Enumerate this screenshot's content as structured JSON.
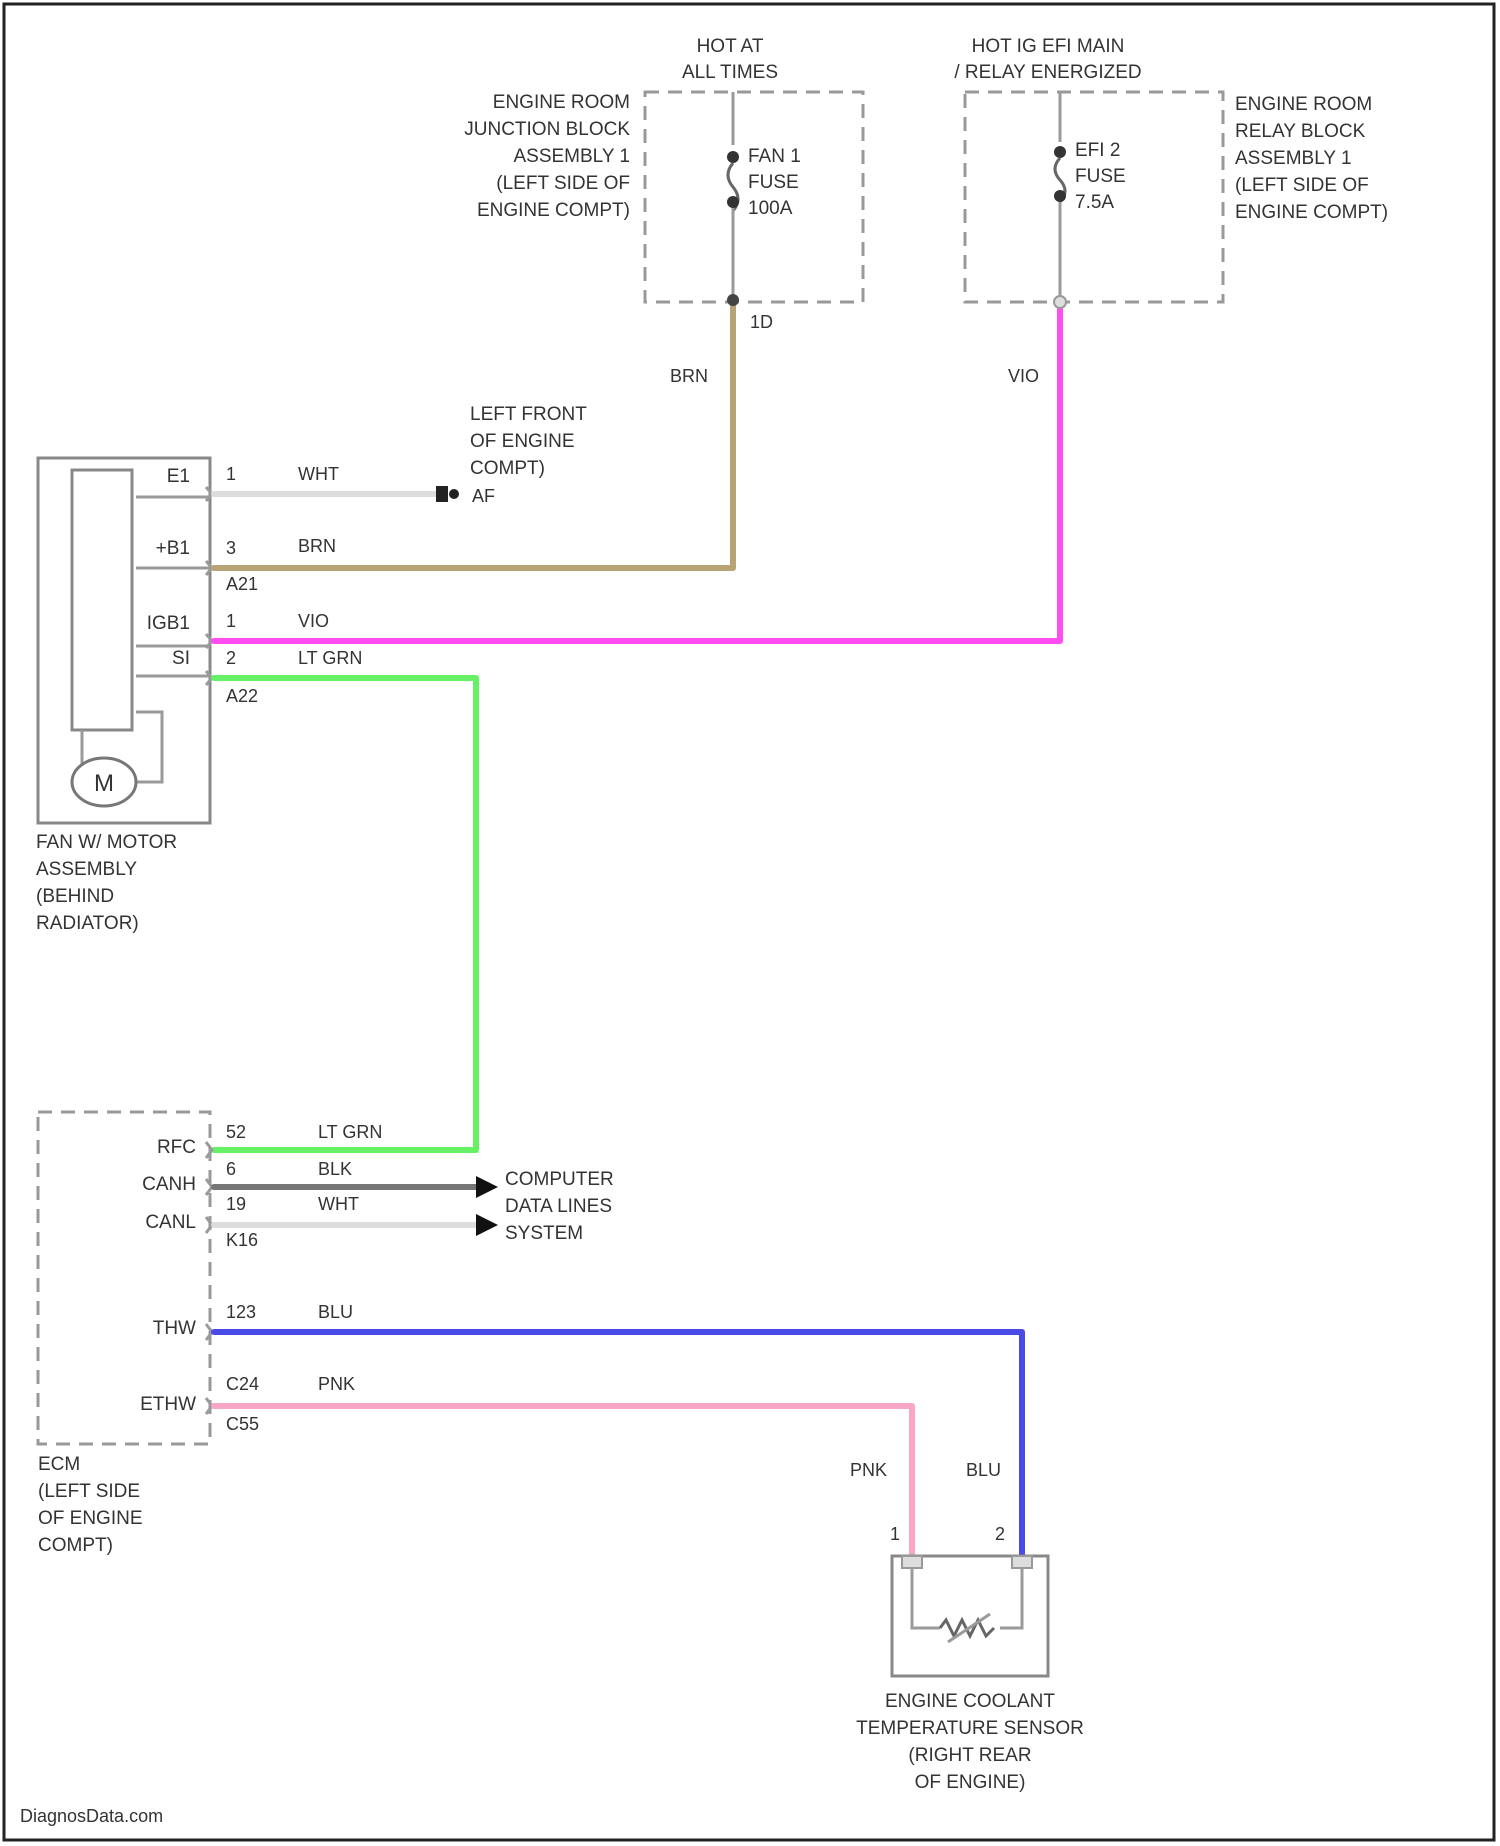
{
  "colors": {
    "brn": "#b8a374",
    "vio": "#ff4df2",
    "lt_grn": "#66f066",
    "blu": "#4a4ae6",
    "pnk": "#f7a6c6",
    "wht": "#dddddd",
    "blk": "#777777"
  },
  "hot_at_all_times": {
    "line1": "HOT AT",
    "line2": "ALL TIMES"
  },
  "hot_ig_efi": {
    "line1": "HOT IG EFI MAIN",
    "line2": "/ RELAY ENERGIZED"
  },
  "junction_block": {
    "lines": [
      "ENGINE ROOM",
      "JUNCTION BLOCK",
      "ASSEMBLY 1",
      "(LEFT SIDE OF",
      "ENGINE COMPT)"
    ],
    "fuse": [
      "FAN 1",
      "FUSE",
      "100A"
    ],
    "connector": "1D"
  },
  "relay_block": {
    "lines": [
      "ENGINE ROOM",
      "RELAY BLOCK",
      "ASSEMBLY 1",
      "(LEFT SIDE OF",
      "ENGINE COMPT)"
    ],
    "fuse": [
      "EFI 2",
      "FUSE",
      "7.5A"
    ]
  },
  "wire_labels": {
    "brn": "BRN",
    "vio": "VIO",
    "pnk": "PNK",
    "blu": "BLU"
  },
  "ground": {
    "lines": [
      "LEFT FRONT",
      "OF ENGINE",
      "COMPT)"
    ],
    "id": "AF"
  },
  "fan_motor": {
    "pins": [
      {
        "name": "E1",
        "num": "1",
        "color": "WHT"
      },
      {
        "name": "+B1",
        "num": "3",
        "color": "BRN"
      },
      {
        "name": "IGB1",
        "num": "1",
        "color": "VIO"
      },
      {
        "name": "SI",
        "num": "2",
        "color": "LT GRN"
      }
    ],
    "conn_a": "A21",
    "conn_b": "A22",
    "motor_symbol": "M",
    "label": [
      "FAN W/ MOTOR",
      "ASSEMBLY",
      "(BEHIND",
      "RADIATOR)"
    ]
  },
  "ecm": {
    "pins": [
      {
        "name": "RFC",
        "num": "52",
        "color": "LT GRN"
      },
      {
        "name": "CANH",
        "num": "6",
        "color": "BLK"
      },
      {
        "name": "CANL",
        "num": "19",
        "color": "WHT"
      },
      {
        "name": "THW",
        "num": "123",
        "color": "BLU"
      },
      {
        "name": "ETHW",
        "num": "C24",
        "color": "PNK"
      }
    ],
    "conn_k": "K16",
    "conn_c": "C55",
    "label": [
      "ECM",
      "(LEFT SIDE",
      "OF ENGINE",
      "COMPT)"
    ]
  },
  "data_lines": {
    "lines": [
      "COMPUTER",
      "DATA LINES",
      "SYSTEM"
    ]
  },
  "sensor": {
    "pin1": "1",
    "pin2": "2",
    "label": [
      "ENGINE COOLANT",
      "TEMPERATURE SENSOR",
      "(RIGHT REAR",
      "OF ENGINE)"
    ]
  },
  "watermark": "DiagnosData.com"
}
